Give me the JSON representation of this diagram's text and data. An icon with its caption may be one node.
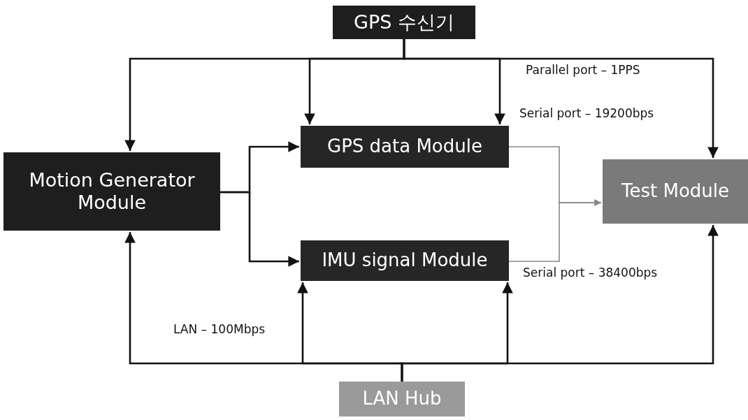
{
  "diagram": {
    "nodes": [
      {
        "text": [
          "GPS 수신기"
        ]
      },
      {
        "text": [
          "Motion Generator Module"
        ]
      },
      {
        "text": [
          "GPS data Module"
        ]
      },
      {
        "text": [
          "IMU signal Module"
        ]
      },
      {
        "text": [
          "Test Module"
        ]
      },
      {
        "text": [
          "LAN Hub"
        ]
      }
    ],
    "edges": [
      {
        "from": 0,
        "to": 1,
        "arrow": "to"
      },
      {
        "from": 0,
        "to": 2,
        "arrow": "to"
      },
      {
        "from": 0,
        "to": 2,
        "arrow": "to"
      },
      {
        "from": 0,
        "to": 4,
        "arrow": "to"
      },
      {
        "from": 1,
        "to": 2,
        "arrow": "to"
      },
      {
        "from": 1,
        "to": 3,
        "arrow": "to"
      },
      {
        "from": 2,
        "to": 4,
        "arrow": "to",
        "color": "#888888"
      },
      {
        "from": 3,
        "to": 4,
        "arrow": "to",
        "color": "#888888"
      },
      {
        "from": 5,
        "to": 1,
        "arrow": "to"
      },
      {
        "from": 5,
        "to": 3,
        "arrow": "to"
      },
      {
        "from": 5,
        "to": 3,
        "arrow": "to"
      },
      {
        "from": 5,
        "to": 4,
        "arrow": "to"
      }
    ],
    "labels": [
      "Parallel port – 1PPS",
      "Serial port – 19200bps",
      "Serial port – 38400bps",
      "LAN – 100Mbps"
    ]
  }
}
